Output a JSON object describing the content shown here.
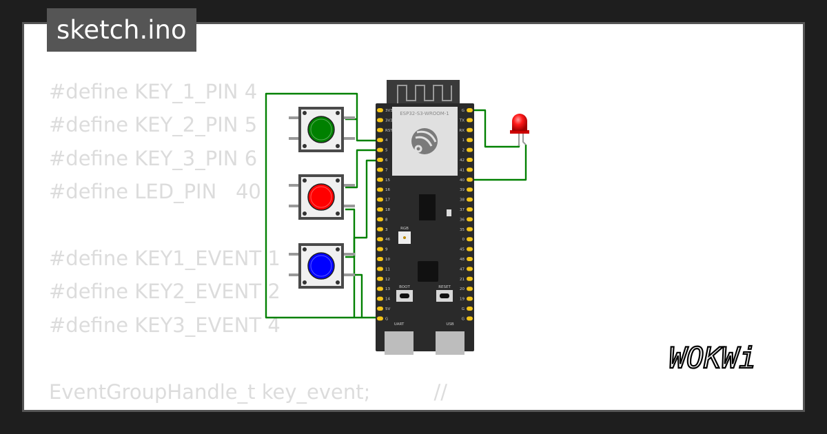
{
  "tab": {
    "title": "sketch.ino"
  },
  "code_lines": [
    "#define KEY_1_PIN 4",
    "#define KEY_2_PIN 5",
    "#define KEY_3_PIN 6",
    "#define LED_PIN   40",
    "",
    "#define KEY1_EVENT 1",
    "#define KEY2_EVENT 2",
    "#define KEY3_EVENT 4",
    "",
    "EventGroupHandle_t key_event;          //"
  ],
  "board": {
    "module_label": "ESP32-S3-WROOM-1",
    "left_pins": [
      "3V3",
      "3V3",
      "RST",
      "4",
      "5",
      "6",
      "7",
      "15",
      "16",
      "17",
      "18",
      "8",
      "3",
      "46",
      "9",
      "10",
      "11",
      "12",
      "13",
      "14",
      "5V",
      "G"
    ],
    "right_pins": [
      "G",
      "TX",
      "RX",
      "1",
      "2",
      "42",
      "41",
      "40",
      "39",
      "38",
      "37",
      "36",
      "35",
      "0",
      "45",
      "48",
      "47",
      "21",
      "20",
      "19",
      "G",
      "G"
    ],
    "rgb_label": "RGB",
    "boot_label": "BOOT",
    "reset_label": "RESET",
    "uart_label": "UART",
    "usb_label": "USB"
  },
  "buttons": [
    {
      "name": "green-pushbutton",
      "color": "#008000"
    },
    {
      "name": "red-pushbutton",
      "color": "#ff0000"
    },
    {
      "name": "blue-pushbutton",
      "color": "#0000ff"
    }
  ],
  "led": {
    "color": "#ff0000"
  },
  "wire_color": "#008000",
  "logo": {
    "text": "WOKWi"
  }
}
